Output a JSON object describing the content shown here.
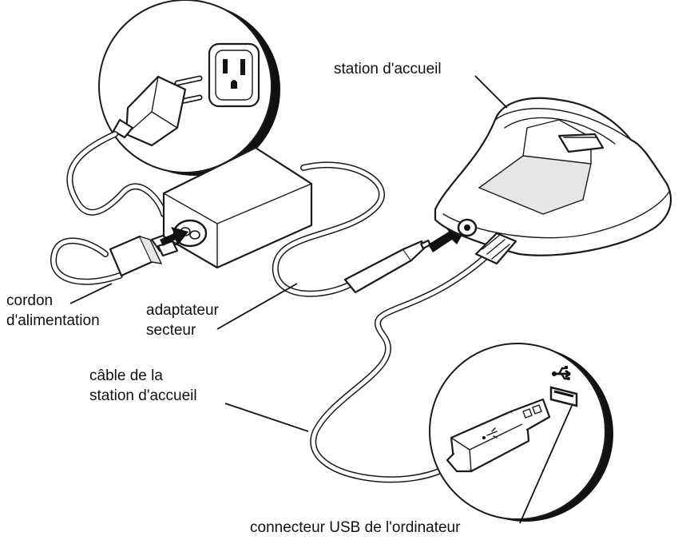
{
  "labels": {
    "station": "station d'accueil",
    "cord_line1": "cordon",
    "cord_line2": "d'alimentation",
    "adapter_line1": "adaptateur",
    "adapter_line2": "secteur",
    "cable_line1": "câble de la",
    "cable_line2": "station d'accueil",
    "usb_connector": "connecteur USB de l'ordinateur"
  },
  "colors": {
    "line": "#1a1a1a",
    "shadow": "#111111",
    "fill": "#ffffff",
    "shade": "#e6e6e6"
  },
  "icons": [
    "usb-icon",
    "outlet-icon",
    "arrow-icon"
  ]
}
